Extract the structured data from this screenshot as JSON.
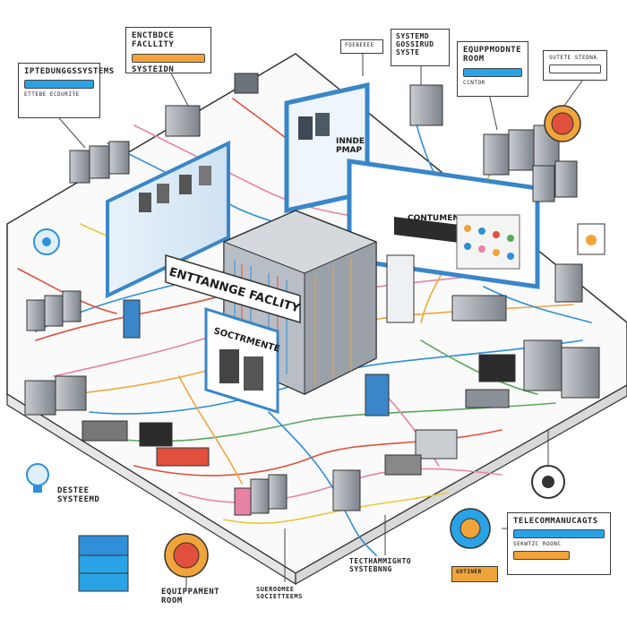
{
  "callouts": {
    "electronic_facility": {
      "line1": "ENCTBDCE FACLLITY",
      "line2": "SYSTEIDN",
      "bar_color": "#f2a33a"
    },
    "integrated_systems": {
      "title": "IPTEDUNGGSSYSTEMS",
      "bar_color": "#29a3e6",
      "sub": "ETTEBE ECDURITE"
    },
    "top_small": {
      "text": "FOEBEEEE"
    },
    "custom_system": {
      "line1": "SYSTEMD",
      "line2": "GOSSIRUD",
      "line3": "SYSTE"
    },
    "equipment_room_top": {
      "title": "EQUPPMODNTE\nROOM",
      "bar_color": "#29a3e6",
      "sub": "CCNTOR"
    },
    "top_right": {
      "text": "SUTETE STEDNA",
      "bar_color": "#ffffff"
    },
    "telecom_bottom_right": {
      "title": "TELECOMMANUCAGTS",
      "bar_color": "#29a3e6",
      "bar2_color": "#f2a33a",
      "sub": "SEKWTZC ROONC"
    }
  },
  "labels": {
    "inside_map": "INNDE\nPMAP",
    "control_header": "CONTUMENTS",
    "sign_main": "ENTTANNGE FACLITY",
    "sign_sub": "SOCTRMENTE",
    "left_system": "DESTEE\nSYSTEEMD",
    "equipment_room_bottom": "EQUIPPAMENT\nROOM",
    "bottom_center": "SUEROOMEE\nSOCIETTEEMS",
    "telecom_bottom": "TECTHAMMIGHTO\nSYSTEBNNG",
    "telecom_tag": "GOTINER"
  },
  "colors": {
    "cable_blue": "#2f8fd8",
    "cable_red": "#e0503c",
    "cable_pink": "#e883a6",
    "cable_orange": "#f0a53a",
    "cable_yellow": "#e8c83a",
    "cable_green": "#5aa85a",
    "wall_blue": "#3a86c8",
    "floor": "#f7f7f7",
    "rack_gray": "#8a9098"
  }
}
